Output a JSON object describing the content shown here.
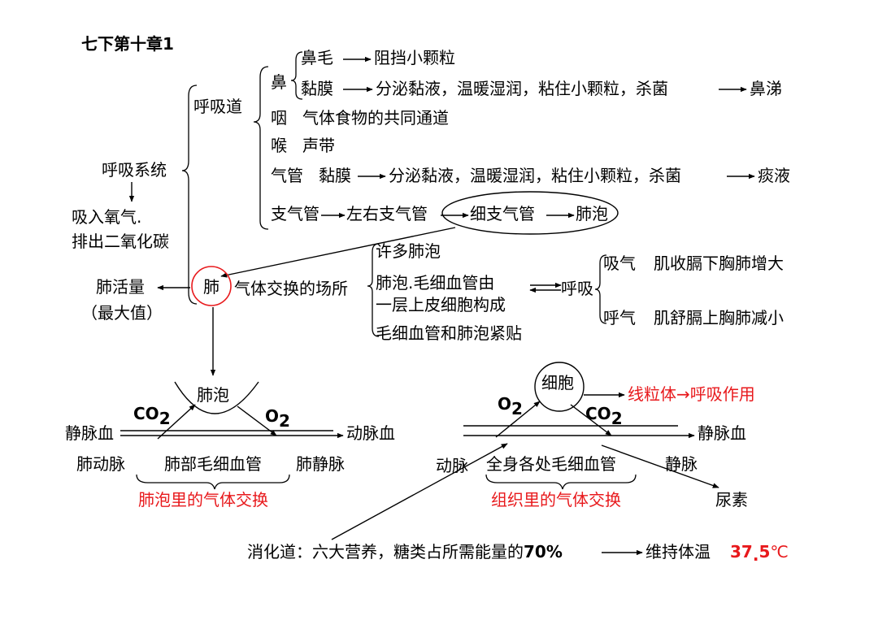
{
  "title": "七下第十章1",
  "respiratory_system": {
    "system": "呼吸系统",
    "function_line1": "吸入氧气.",
    "function_line2": "排出二氧化碳",
    "airway": "呼吸道",
    "nose": "鼻",
    "nose_hair": "鼻毛",
    "nose_hair_fn": "阻挡小颗粒",
    "mucosa": "黏膜",
    "mucosa_fn": "分泌黏液，温暖湿润，粘住小颗粒，杀菌",
    "snot": "鼻涕",
    "pharynx": "咽",
    "pharynx_fn": "气体食物的共同通道",
    "larynx": "喉",
    "larynx_fn": "声带",
    "trachea": "气管",
    "trachea_mucosa": "黏膜",
    "trachea_fn": "分泌黏液，温暖湿润，粘住小颗粒，杀菌",
    "phlegm": "痰液",
    "bronchus": "支气管",
    "lr_bronchus": "左右支气管",
    "bronchiole": "细支气管",
    "alveolus": "肺泡"
  },
  "lung": {
    "label": "肺",
    "role": "气体交换的场所",
    "capacity": "肺活量",
    "capacity_note": "（最大值）",
    "feature1": "许多肺泡",
    "feature2_line1": "肺泡.毛细血管由",
    "feature2_line2": "一层上皮细胞构成",
    "feature3": "毛细血管和肺泡紧贴",
    "breathing": "呼吸",
    "inhale": "吸气",
    "inhale_fn": "肌收膈下胸肺增大",
    "exhale": "呼气",
    "exhale_fn": "肌舒膈上胸肺减小"
  },
  "lung_exchange": {
    "alveolus": "肺泡",
    "co2": "CO",
    "co2_sub": "2",
    "o2": "O",
    "o2_sub": "2",
    "venous_blood": "静脉血",
    "arterial_blood": "动脉血",
    "pulmonary_artery": "肺动脉",
    "capillary": "肺部毛细血管",
    "pulmonary_vein": "肺静脉",
    "caption": "肺泡里的气体交换"
  },
  "tissue_exchange": {
    "cell": "细胞",
    "mitochondria": "线粒体→呼吸作用",
    "o2": "O",
    "o2_sub": "2",
    "co2": "CO",
    "co2_sub": "2",
    "venous_blood": "静脉血",
    "artery": "动脉",
    "capillary": "全身各处毛细血管",
    "vein": "静脉",
    "urea": "尿素",
    "caption": "组织里的气体交换"
  },
  "digestion": {
    "label": "消化道：六大营养，糖类占所需能量的",
    "percent": "70%",
    "body_temp": "维持体温",
    "temp_int": "37",
    "temp_dot": ".",
    "temp_dec": "5",
    "temp_unit": "℃"
  },
  "colors": {
    "red": "#e8191c",
    "black": "#000000"
  }
}
